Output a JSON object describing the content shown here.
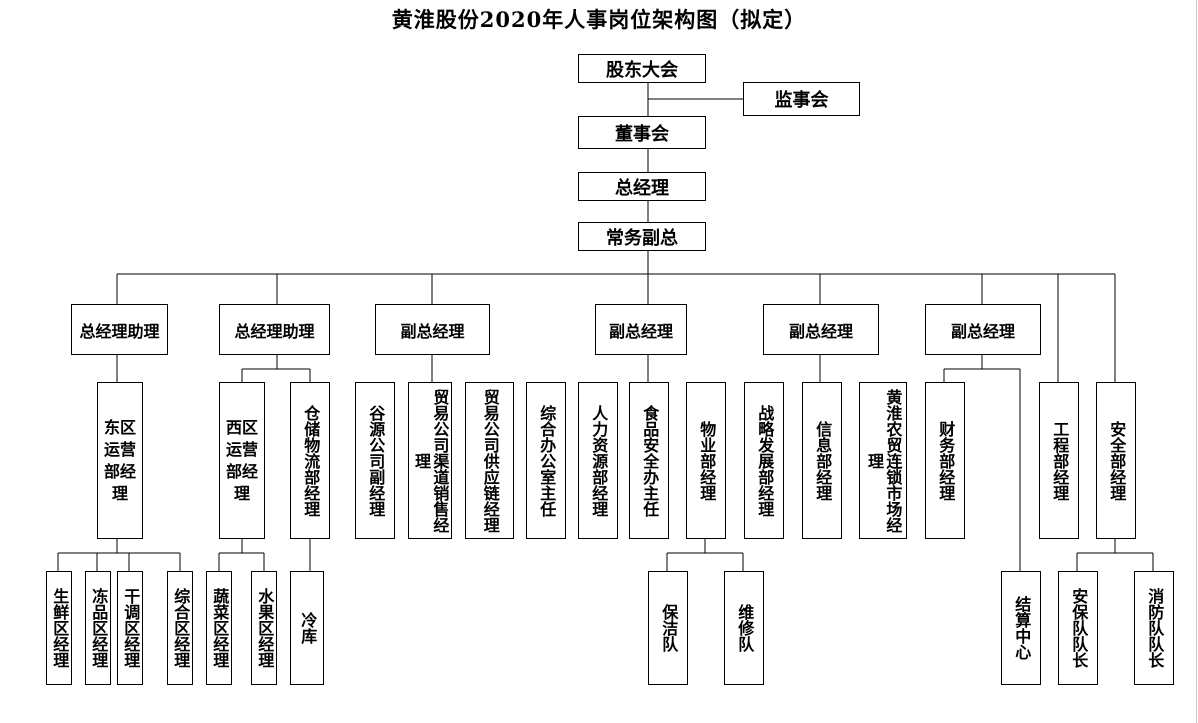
{
  "title": "黄淮股份2020年人事岗位架构图（拟定）",
  "nodes": {
    "shareholders": "股东大会",
    "supervisors": "监事会",
    "board": "董事会",
    "gm": "总经理",
    "exec_vp": "常务副总",
    "gm_assistant_1": "总经理助理",
    "gm_assistant_2": "总经理助理",
    "vp_1": "副总经理",
    "vp_2": "副总经理",
    "vp_3": "副总经理",
    "vp_4": "副总经理",
    "east_ops": "东区运营部经理",
    "west_ops": "西区运营部经理",
    "logistics": "仓储物流部经理",
    "grain_dep": "谷源公司副经理",
    "trade_channel": "贸易公司渠道销售经理",
    "trade_supply": "贸易公司供应链经理",
    "admin_office": "综合办公室主任",
    "hr": "人力资源部经理",
    "food_safety": "食品安全办主任",
    "property": "物业部经理",
    "strategy": "战略发展部经理",
    "info": "信息部经理",
    "market": "黄淮农贸连锁市场经理",
    "finance": "财务部经理",
    "engineering": "工程部经理",
    "security": "安全部经理",
    "fresh": "生鲜区经理",
    "frozen": "冻品区经理",
    "dry": "干调区经理",
    "general_zone": "综合区经理",
    "veg": "蔬菜区经理",
    "fruit": "水果区经理",
    "cold": "冷库",
    "cleaning": "保洁队",
    "repair": "维修队",
    "settlement": "结算中心",
    "guard_cap": "安保队队长",
    "fire_cap": "消防队队长"
  }
}
